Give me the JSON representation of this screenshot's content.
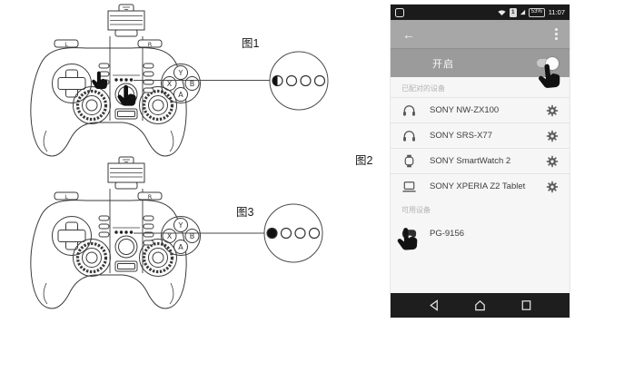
{
  "figures": {
    "fig1_label": "图1",
    "fig2_label": "图2",
    "fig3_label": "图3",
    "controller": {
      "shoulder_left": "L",
      "shoulder_right": "R",
      "button_y": "Y",
      "button_x": "X",
      "button_b": "B",
      "button_a": "A"
    },
    "led_indicator": {
      "fig1_states": [
        "half-on",
        "off",
        "off",
        "off"
      ],
      "fig3_states": [
        "on",
        "off",
        "off",
        "off"
      ]
    }
  },
  "phone": {
    "status_bar": {
      "time": "11:07",
      "battery_percent": "53%",
      "sim_number": "1"
    },
    "app_bar": {
      "back_icon": "←"
    },
    "bluetooth_toggle": {
      "label": "开启",
      "state": "on"
    },
    "paired_section": {
      "label": "已配对的设备"
    },
    "paired_devices": [
      {
        "icon": "headphones-icon",
        "name": "SONY NW-ZX100"
      },
      {
        "icon": "headphones-icon",
        "name": "SONY SRS-X77"
      },
      {
        "icon": "smartwatch-icon",
        "name": "SONY SmartWatch 2"
      },
      {
        "icon": "laptop-icon",
        "name": "SONY XPERIA Z2 Tablet"
      }
    ],
    "available_section": {
      "label": "可用设备"
    },
    "available_devices": [
      {
        "icon": "gamepad-icon",
        "name": "PG-9156"
      }
    ],
    "colors": {
      "status_bar_bg": "#1b1b1b",
      "app_bar_bg": "#a7a7a7",
      "toggle_row_bg": "#9b9b9b",
      "list_bg": "#f6f6f6",
      "nav_bar_bg": "#1e1e1e",
      "accent_ink": "#3a3a3a"
    }
  }
}
